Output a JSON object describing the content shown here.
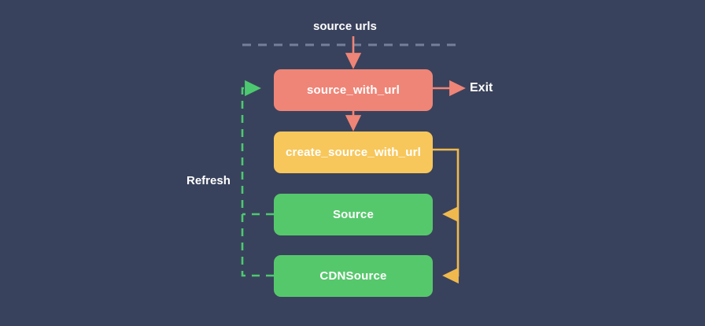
{
  "diagram": {
    "title": "source urls flow",
    "background_color": "#39425c",
    "nodes": [
      {
        "id": "source_with_url",
        "label": "source_with_url",
        "color": "#ef8577",
        "shape": "rounded-rect"
      },
      {
        "id": "create_source_with_url",
        "label": "create_source_with_url",
        "color": "#f7c75b",
        "shape": "rounded-rect"
      },
      {
        "id": "source",
        "label": "Source",
        "color": "#56c86c",
        "shape": "rounded-rect"
      },
      {
        "id": "cdnsource",
        "label": "CDNSource",
        "color": "#56c86c",
        "shape": "rounded-rect"
      }
    ],
    "captions": {
      "source_urls": "source urls",
      "exit": "Exit",
      "refresh": "Refresh"
    },
    "edges": [
      {
        "id": "input-edge",
        "from": "source urls",
        "to": "source_with_url",
        "color": "#ef8577",
        "style": "solid",
        "label": ""
      },
      {
        "id": "exit-edge",
        "from": "source_with_url",
        "to": "Exit",
        "color": "#ef8577",
        "style": "solid",
        "label": ""
      },
      {
        "id": "create-edge",
        "from": "source_with_url",
        "to": "create_source_with_url",
        "color": "#ef8577",
        "style": "solid",
        "label": ""
      },
      {
        "id": "create-to-source",
        "from": "create_source_with_url",
        "to": "Source",
        "color": "#f0b94e",
        "style": "solid",
        "label": ""
      },
      {
        "id": "create-to-cdnsource",
        "from": "create_source_with_url",
        "to": "CDNSource",
        "color": "#f0b94e",
        "style": "solid",
        "label": ""
      },
      {
        "id": "refresh-source",
        "from": "Source",
        "to": "source_with_url",
        "color": "#4cc970",
        "style": "dashed",
        "label": "Refresh"
      },
      {
        "id": "refresh-cdnsource",
        "from": "CDNSource",
        "to": "source_with_url",
        "color": "#4cc970",
        "style": "dashed",
        "label": "Refresh"
      },
      {
        "id": "boundary-divider",
        "from": "",
        "to": "",
        "color": "#7b8399",
        "style": "dashed",
        "label": ""
      }
    ]
  }
}
